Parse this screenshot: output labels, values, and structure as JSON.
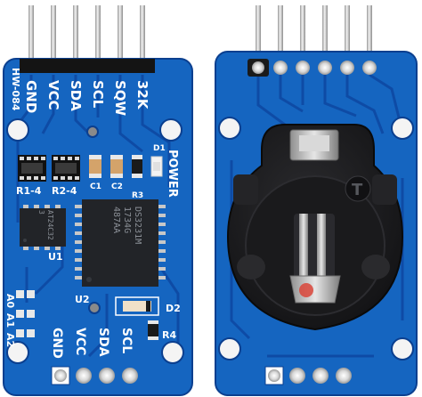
{
  "front": {
    "model": "HW-084",
    "top_pins": [
      "GND",
      "VCC",
      "SDA",
      "SCL",
      "SQW",
      "32K"
    ],
    "bottom_pins": [
      "GND",
      "VCC",
      "SDA",
      "SCL"
    ],
    "resistor_arrays": [
      "R1-4",
      "R2-4"
    ],
    "labels": {
      "d1": "D1",
      "power": "POWER",
      "c1": "C1",
      "c2": "C2",
      "r3": "R3",
      "u1": "U1",
      "u2": "U2",
      "d2": "D2",
      "r4": "R4",
      "a0": "A0",
      "a1": "A1",
      "a2": "A2"
    },
    "eeprom_marking": [
      "AT24C32",
      "3"
    ],
    "rtc_marking": [
      "DS3231M",
      "1734G",
      "487AA"
    ]
  },
  "back": {
    "holder_mark": "T"
  },
  "colors": {
    "pcb": "#1565c0",
    "pcb_dark": "#0d47a1",
    "silk": "#ffffff",
    "chip": "#222428",
    "holder": "#1c1c1e",
    "pin": "#c9c9c9"
  }
}
